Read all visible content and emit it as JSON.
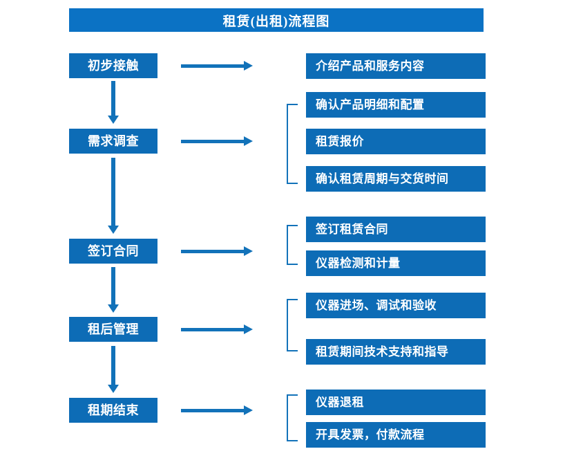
{
  "chart_title": "租赁(出租)流程图",
  "diagram": {
    "type": "flowchart",
    "title": "租赁(出租)流程图",
    "orientation": "vertical-with-branches",
    "colors": {
      "title_bar": "#0b72c4",
      "box_fill": "#0d6cb6",
      "box_text": "#ffffff",
      "connector": "#1272b9",
      "background": "#ffffff"
    }
  },
  "stages": [
    {
      "id": "stage-1",
      "label": "初步接触"
    },
    {
      "id": "stage-2",
      "label": "需求调查"
    },
    {
      "id": "stage-3",
      "label": "签订合同"
    },
    {
      "id": "stage-4",
      "label": "租后管理"
    },
    {
      "id": "stage-5",
      "label": "租期结束"
    }
  ],
  "details": [
    {
      "id": "detail-1-1",
      "label": "介绍产品和服务内容",
      "stage": "初步接触"
    },
    {
      "id": "detail-2-1",
      "label": "确认产品明细和配置",
      "stage": "需求调查"
    },
    {
      "id": "detail-2-2",
      "label": "租赁报价",
      "stage": "需求调查"
    },
    {
      "id": "detail-2-3",
      "label": "确认租赁周期与交货时间",
      "stage": "需求调查"
    },
    {
      "id": "detail-3-1",
      "label": "签订租赁合同",
      "stage": "签订合同"
    },
    {
      "id": "detail-3-2",
      "label": "仪器检测和计量",
      "stage": "签订合同"
    },
    {
      "id": "detail-4-1",
      "label": "仪器进场、调试和验收",
      "stage": "租后管理"
    },
    {
      "id": "detail-4-2",
      "label": "租赁期间技术支持和指导",
      "stage": "租后管理"
    },
    {
      "id": "detail-5-1",
      "label": "仪器退租",
      "stage": "租期结束"
    },
    {
      "id": "detail-5-2",
      "label": "开具发票，付款流程",
      "stage": "租期结束"
    }
  ],
  "connectors": {
    "horizontal_count": 5,
    "vertical_count": 4,
    "bracket_count": 4
  }
}
